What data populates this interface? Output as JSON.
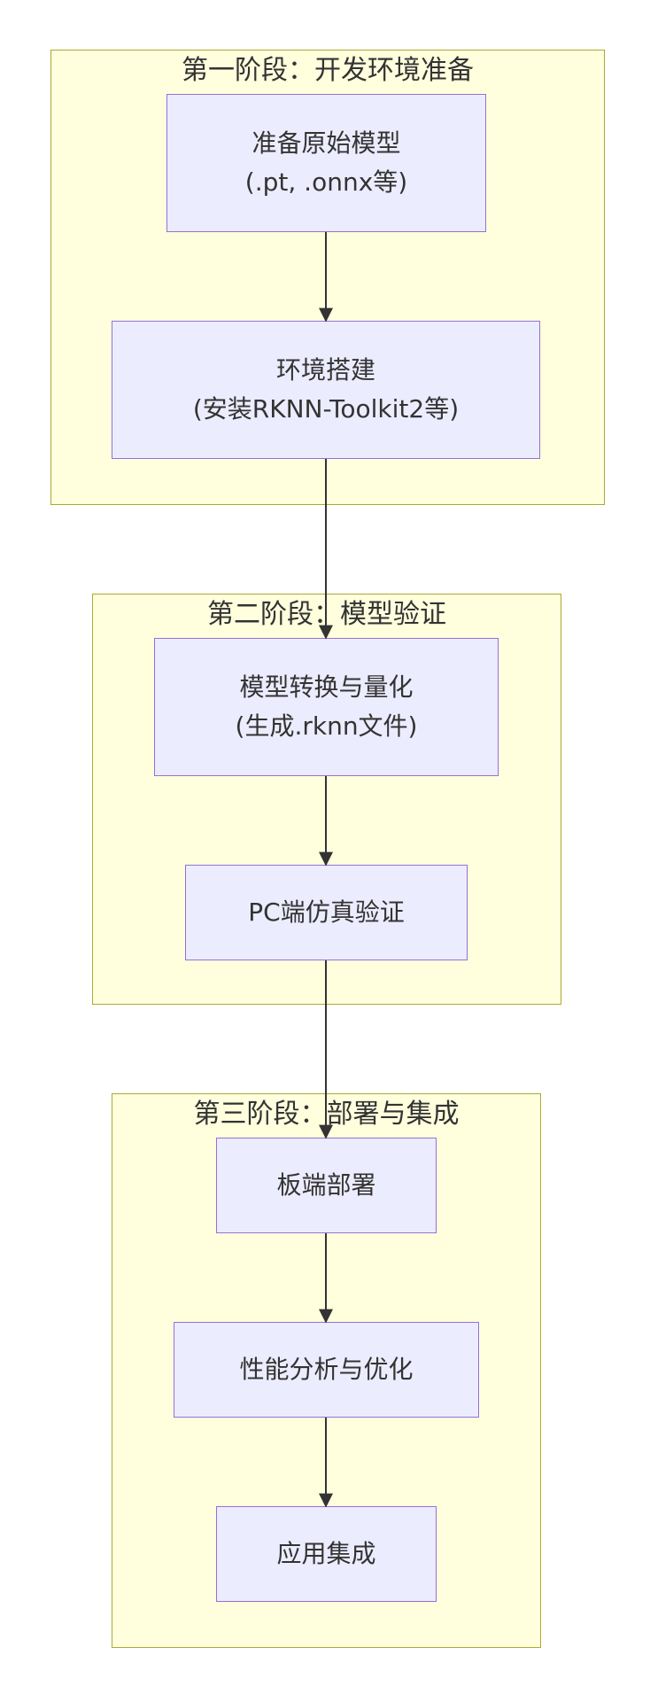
{
  "colors": {
    "cluster_fill": "#ffffde",
    "cluster_border": "#aaaa33",
    "node_fill": "#ececff",
    "node_border": "#9370db",
    "edge": "#333333",
    "text": "#333333"
  },
  "clusters": [
    {
      "id": "stage1",
      "title": "第一阶段：开发环境准备"
    },
    {
      "id": "stage2",
      "title": "第二阶段：模型验证"
    },
    {
      "id": "stage3",
      "title": "第三阶段：部署与集成"
    }
  ],
  "nodes": [
    {
      "id": "prepare_model",
      "line1": "准备原始模型",
      "line2": "(.pt, .onnx等)"
    },
    {
      "id": "env_setup",
      "line1": "环境搭建",
      "line2": "(安装RKNN-Toolkit2等)"
    },
    {
      "id": "convert_quantize",
      "line1": "模型转换与量化",
      "line2": "(生成.rknn文件)"
    },
    {
      "id": "pc_sim",
      "line1": "PC端仿真验证"
    },
    {
      "id": "board_deploy",
      "line1": "板端部署"
    },
    {
      "id": "perf_analysis",
      "line1": "性能分析与优化"
    },
    {
      "id": "app_integration",
      "line1": "应用集成"
    }
  ],
  "edges": [
    {
      "from": "prepare_model",
      "to": "env_setup"
    },
    {
      "from": "env_setup",
      "to": "convert_quantize"
    },
    {
      "from": "convert_quantize",
      "to": "pc_sim"
    },
    {
      "from": "pc_sim",
      "to": "board_deploy"
    },
    {
      "from": "board_deploy",
      "to": "perf_analysis"
    },
    {
      "from": "perf_analysis",
      "to": "app_integration"
    }
  ]
}
